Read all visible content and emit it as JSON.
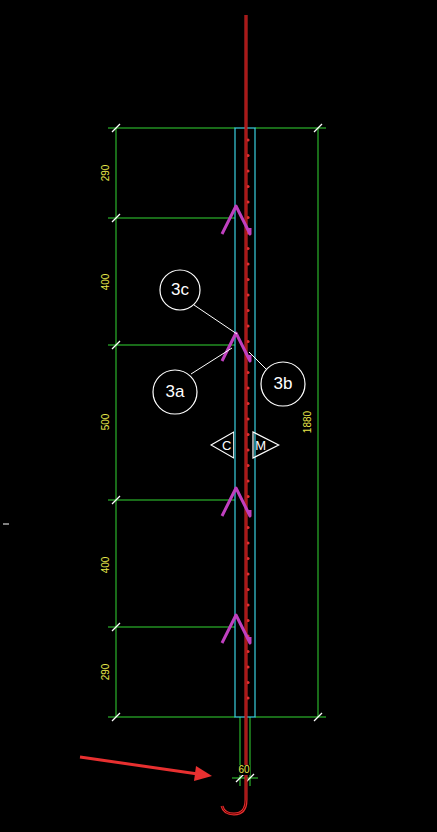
{
  "diagram": {
    "nodes": [
      {
        "text": [
          "3c"
        ]
      },
      {
        "text": [
          "3a"
        ]
      },
      {
        "text": [
          "3b"
        ]
      },
      {
        "text": [
          "C"
        ]
      },
      {
        "text": [
          "M"
        ]
      }
    ],
    "labels": [
      "290",
      "400",
      "500",
      "400",
      "290",
      "1880",
      "60"
    ]
  }
}
